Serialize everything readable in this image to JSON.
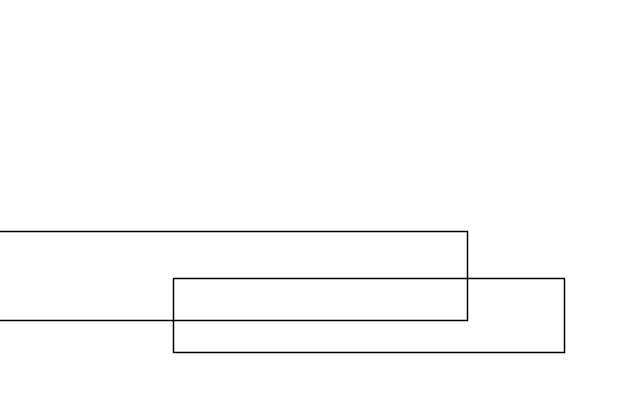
{
  "canvas": {
    "background": "#ffffff"
  },
  "shapes": [
    {
      "id": "rect-left",
      "kind": "rectangle",
      "fill": "none",
      "stroke": "#000000"
    },
    {
      "id": "rect-right",
      "kind": "rectangle",
      "fill": "none",
      "stroke": "#000000"
    }
  ]
}
